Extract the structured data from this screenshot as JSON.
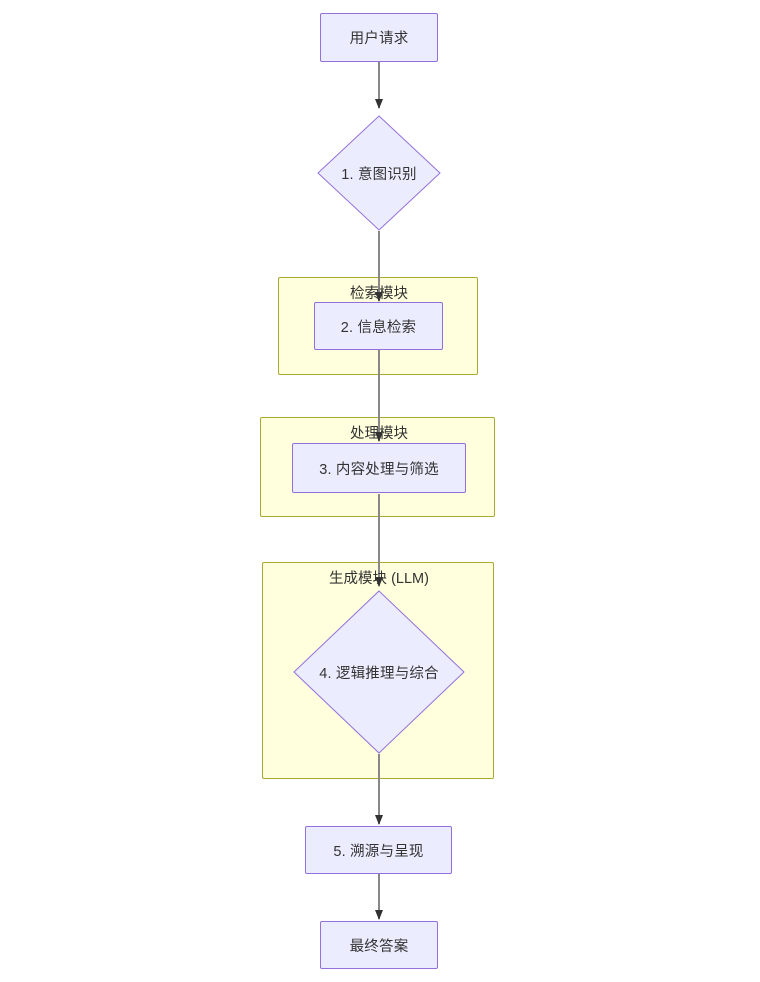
{
  "diagram": {
    "type": "flowchart",
    "direction": "top-to-bottom",
    "colors": {
      "node_fill": "#ECECFF",
      "node_stroke": "#9370DB",
      "subgraph_fill": "#FFFFDE",
      "subgraph_stroke": "#AAAA33",
      "edge_stroke": "#888888",
      "text": "#333333",
      "background": "#FFFFFF"
    },
    "nodes": [
      {
        "id": "user_request",
        "label": "用户请求",
        "shape": "rect"
      },
      {
        "id": "intent",
        "label": "1. 意图识别",
        "shape": "diamond"
      },
      {
        "id": "retrieve",
        "label": "2. 信息检索",
        "shape": "rect"
      },
      {
        "id": "process",
        "label": "3. 内容处理与筛选",
        "shape": "rect"
      },
      {
        "id": "reason",
        "label": "4. 逻辑推理与综合",
        "shape": "diamond"
      },
      {
        "id": "trace",
        "label": "5. 溯源与呈现",
        "shape": "rect"
      },
      {
        "id": "final_answer",
        "label": "最终答案",
        "shape": "rect"
      }
    ],
    "subgraphs": [
      {
        "id": "retrieval_module",
        "label": "检索模块",
        "contains": [
          "retrieve"
        ]
      },
      {
        "id": "processing_module",
        "label": "处理模块",
        "contains": [
          "process"
        ]
      },
      {
        "id": "generation_module",
        "label": "生成模块 (LLM)",
        "contains": [
          "reason"
        ]
      }
    ],
    "edges": [
      {
        "from": "user_request",
        "to": "intent",
        "label": ""
      },
      {
        "from": "intent",
        "to": "retrieve",
        "label": ""
      },
      {
        "from": "retrieve",
        "to": "process",
        "label": ""
      },
      {
        "from": "process",
        "to": "reason",
        "label": ""
      },
      {
        "from": "reason",
        "to": "trace",
        "label": ""
      },
      {
        "from": "trace",
        "to": "final_answer",
        "label": ""
      }
    ]
  }
}
